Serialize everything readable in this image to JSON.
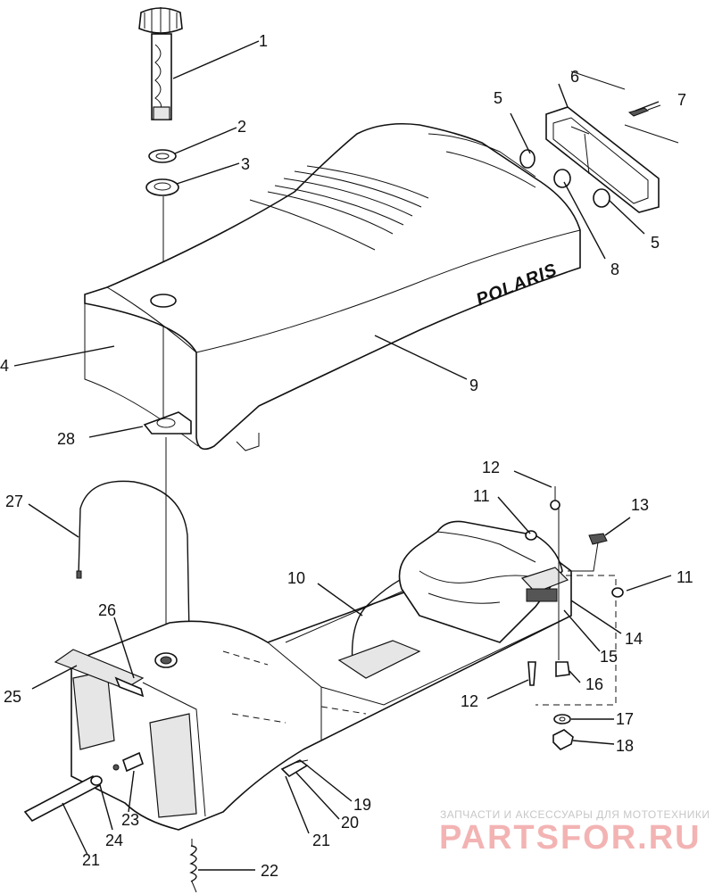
{
  "diagram": {
    "brand_logo_text": "POLARIS",
    "labels": {
      "l1": "1",
      "l2": "2",
      "l3": "3",
      "l4": "4",
      "l5a": "5",
      "l5b": "5",
      "l6": "6",
      "l7": "7",
      "l8": "8",
      "l9": "9",
      "l10": "10",
      "l11a": "11",
      "l11b": "11",
      "l12a": "12",
      "l12b": "12",
      "l13": "13",
      "l14": "14",
      "l15": "15",
      "l16": "16",
      "l17": "17",
      "l18": "18",
      "l19": "19",
      "l20": "20",
      "l21a": "21",
      "l21b": "21",
      "l22": "22",
      "l23": "23",
      "l24": "24",
      "l25": "25",
      "l26": "26",
      "l27": "27",
      "l28": "28"
    }
  },
  "watermark": {
    "caption": "ЗАПЧАСТИ И АКСЕССУАРЫ ДЛЯ МОТОТЕХНИКИ",
    "brand": "PARTSFOR.RU"
  }
}
